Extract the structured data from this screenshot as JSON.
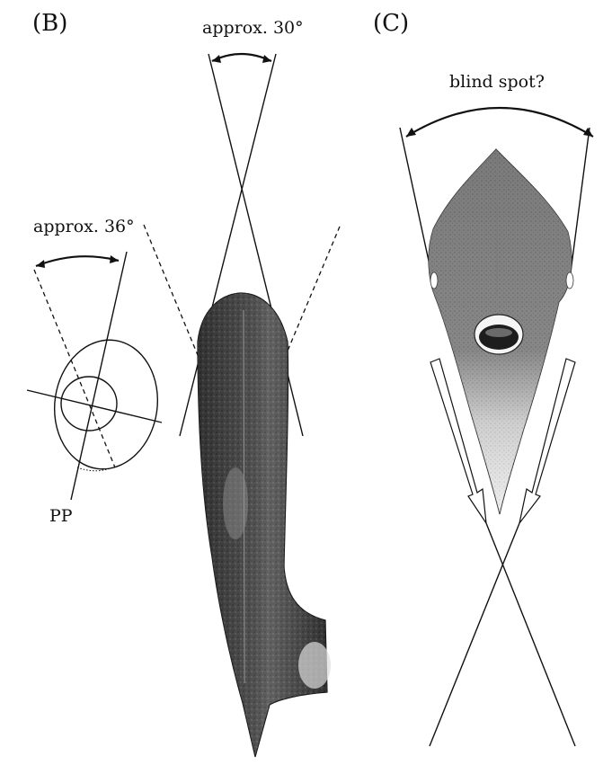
{
  "panels": {
    "b": {
      "label": "(B)",
      "angle_top_label": "approx. 30°",
      "angle_side_label": "approx. 36°",
      "pp_label": "PP"
    },
    "c": {
      "label": "(C)",
      "angle_label": "blind spot?"
    }
  },
  "colors": {
    "ink": "#111111",
    "shading_dark": "#2a2a2a",
    "shading_mid": "#6a6a6a",
    "background": "#ffffff"
  }
}
